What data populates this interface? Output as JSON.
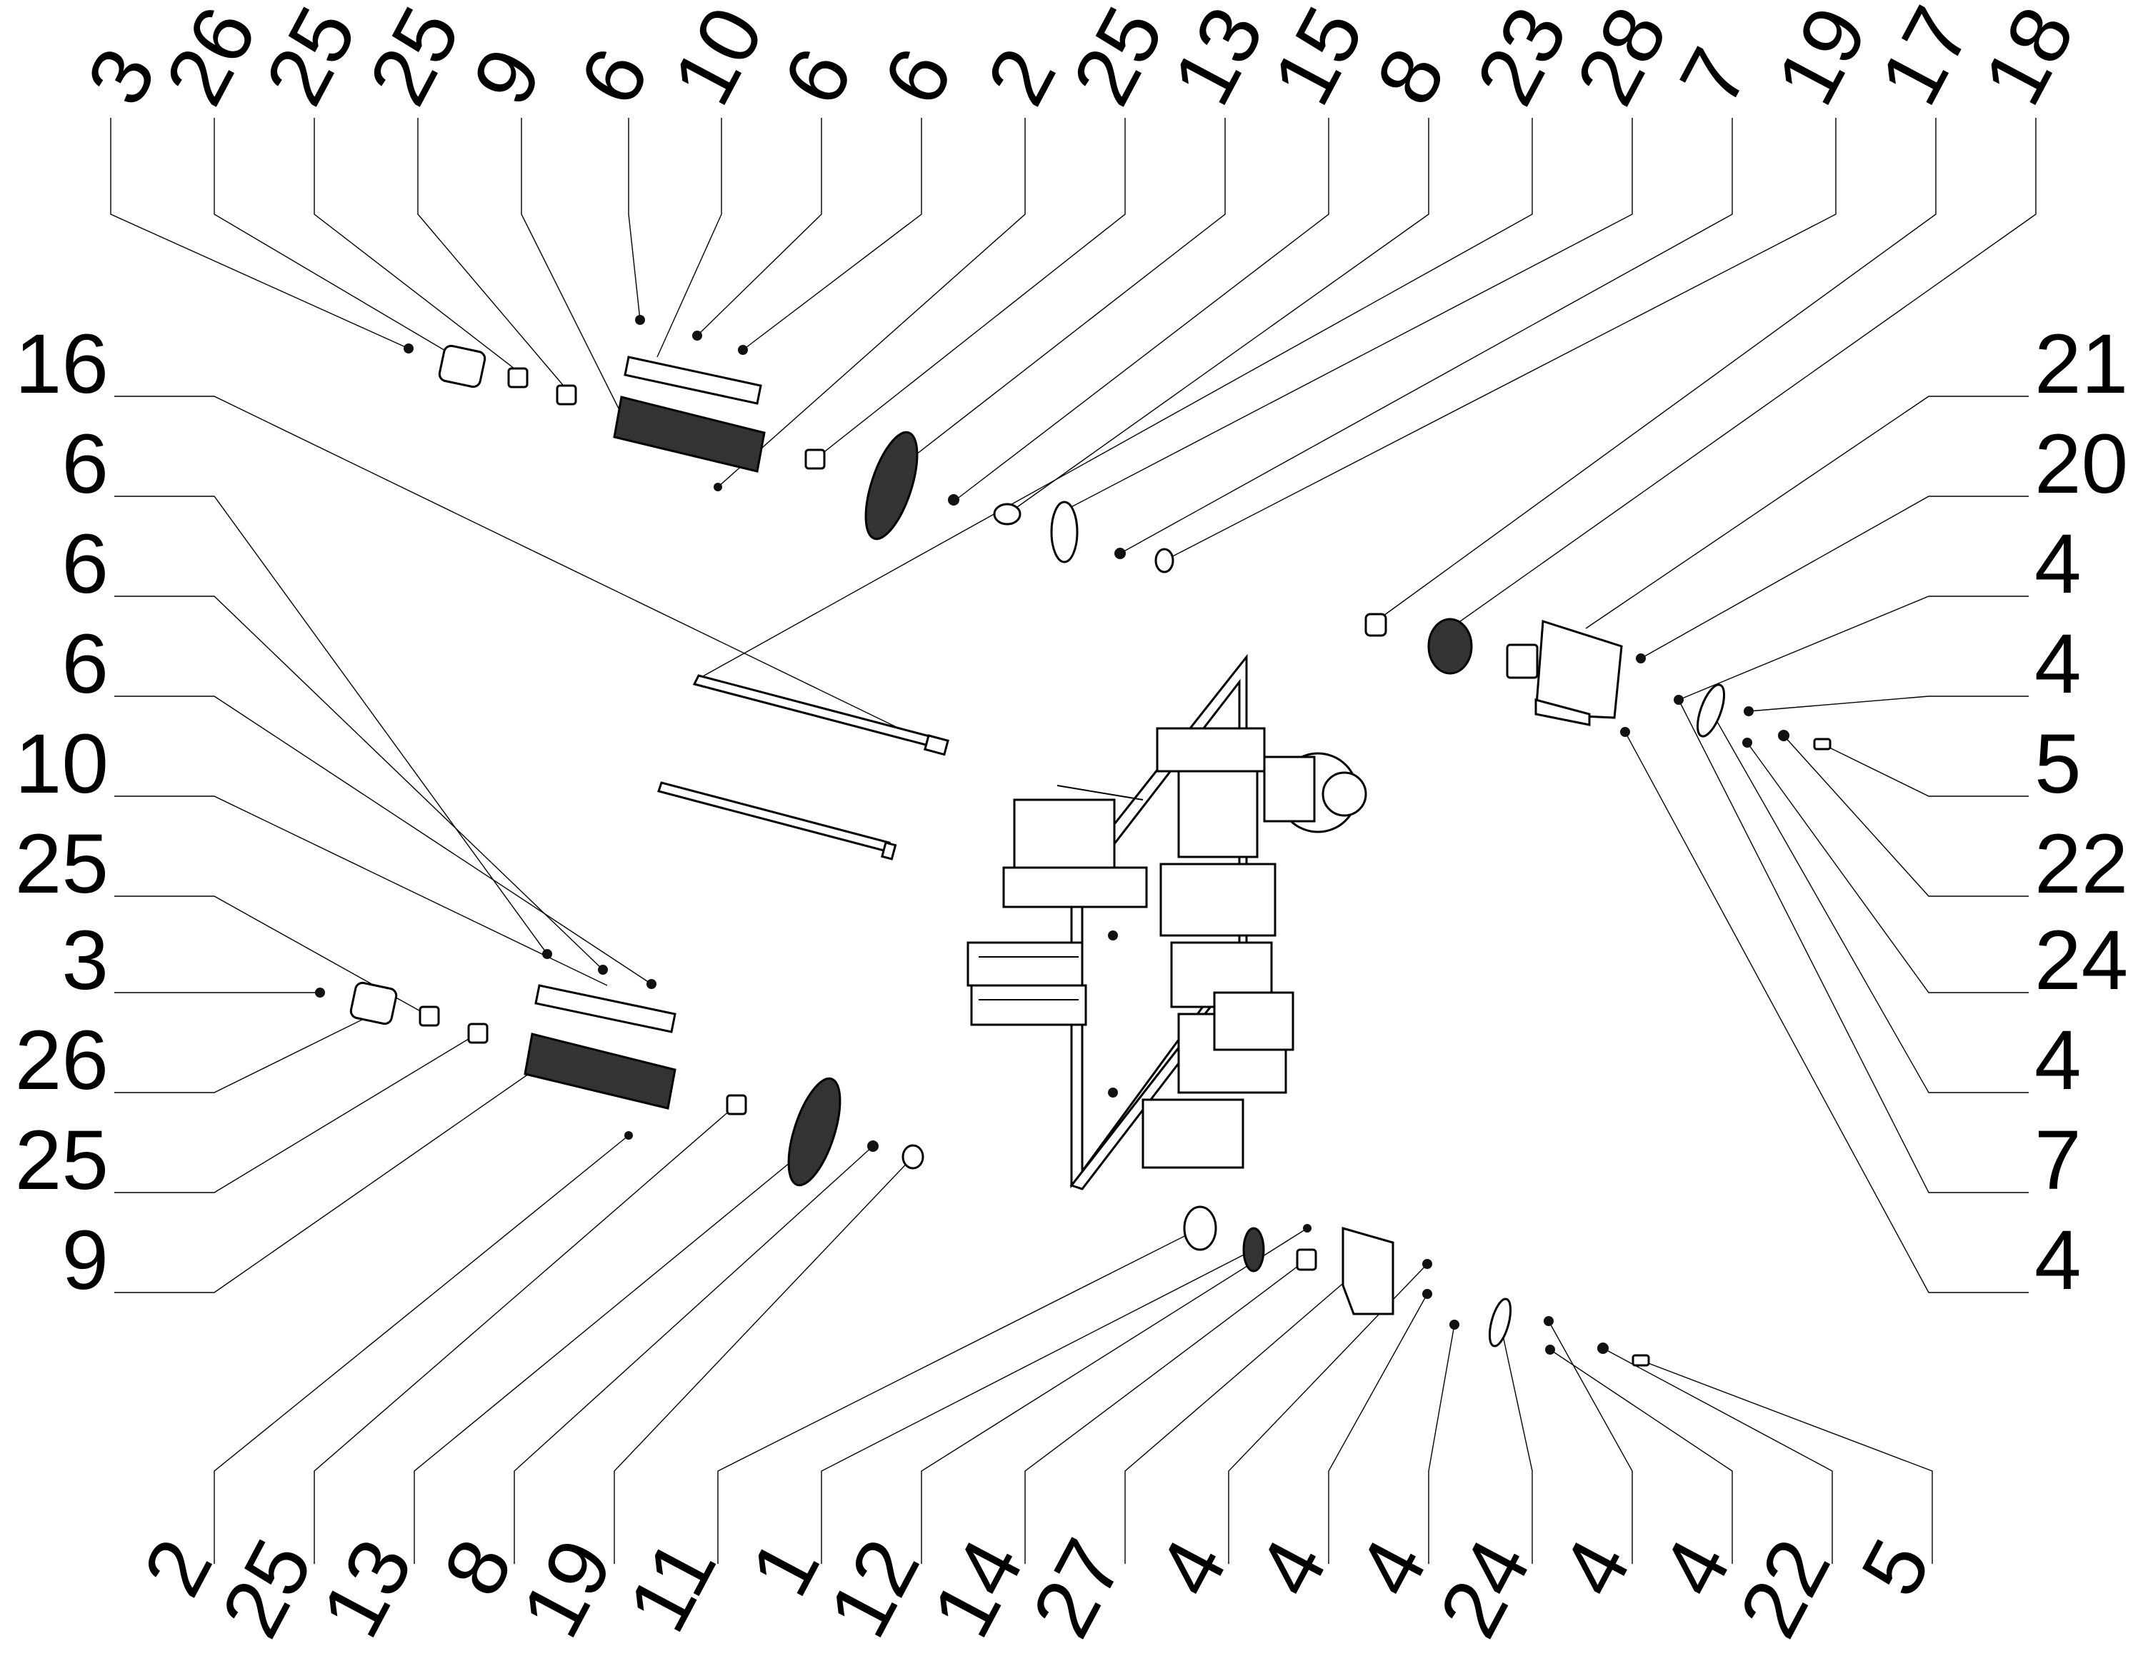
{
  "diagram": {
    "top_labels": [
      "3",
      "26",
      "25",
      "25",
      "9",
      "6",
      "10",
      "6",
      "6",
      "2",
      "25",
      "13",
      "15",
      "8",
      "23",
      "28",
      "7",
      "19",
      "17",
      "18"
    ],
    "left_labels": [
      "16",
      "6",
      "6",
      "6",
      "10",
      "25",
      "3",
      "26",
      "25",
      "9"
    ],
    "right_labels": [
      "21",
      "20",
      "4",
      "4",
      "5",
      "22",
      "24",
      "4",
      "7",
      "4"
    ],
    "bottom_labels": [
      "2",
      "25",
      "13",
      "8",
      "19",
      "11",
      "1",
      "12",
      "14",
      "27",
      "4",
      "4",
      "4",
      "24",
      "4",
      "4",
      "22",
      "5"
    ]
  }
}
